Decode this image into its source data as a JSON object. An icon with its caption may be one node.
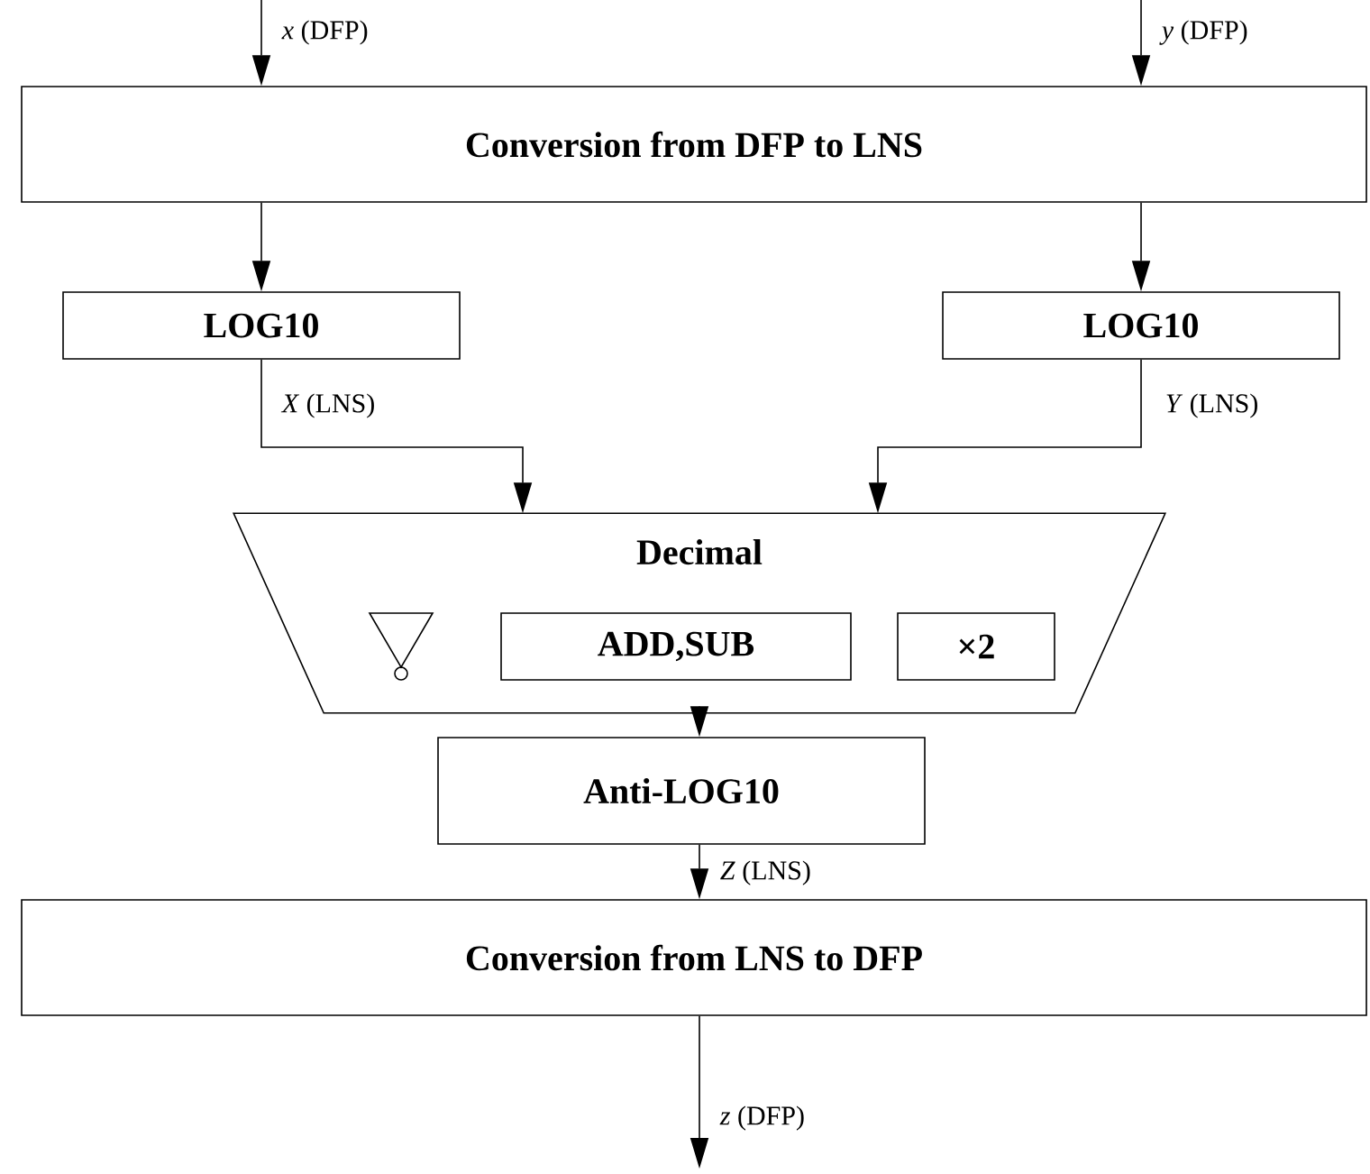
{
  "diagram": {
    "nodes": [
      {
        "text": [
          "Conversion from DFP to LNS"
        ]
      },
      {
        "text": [
          "LOG10"
        ]
      },
      {
        "text": [
          "LOG10"
        ]
      },
      {
        "text": [
          "Decimal"
        ]
      },
      {
        "text": [
          "ADD,SUB"
        ],
        "in": 3
      },
      {
        "text": [
          "×2"
        ],
        "in": 3
      },
      {
        "text": [
          "Anti-LOG10"
        ]
      },
      {
        "text": [
          "Conversion from LNS to DFP"
        ]
      }
    ],
    "edges": [
      {
        "from": null,
        "to": 0,
        "arrow": "to",
        "label": "*x* (DFP)"
      },
      {
        "from": null,
        "to": 0,
        "arrow": "to",
        "label": "*y* (DFP)"
      },
      {
        "from": 0,
        "to": 1,
        "arrow": "to"
      },
      {
        "from": 0,
        "to": 2,
        "arrow": "to"
      },
      {
        "from": 1,
        "to": 3,
        "arrow": "to",
        "label": "*X* (LNS)"
      },
      {
        "from": 2,
        "to": 3,
        "arrow": "to",
        "label": "*Y* (LNS)"
      },
      {
        "from": 3,
        "to": 6,
        "arrow": "to"
      },
      {
        "from": 6,
        "to": 7,
        "arrow": "to",
        "label": "*Z* (LNS)"
      },
      {
        "from": 7,
        "to": null,
        "arrow": "to",
        "label": "*z* (DFP)"
      }
    ]
  }
}
